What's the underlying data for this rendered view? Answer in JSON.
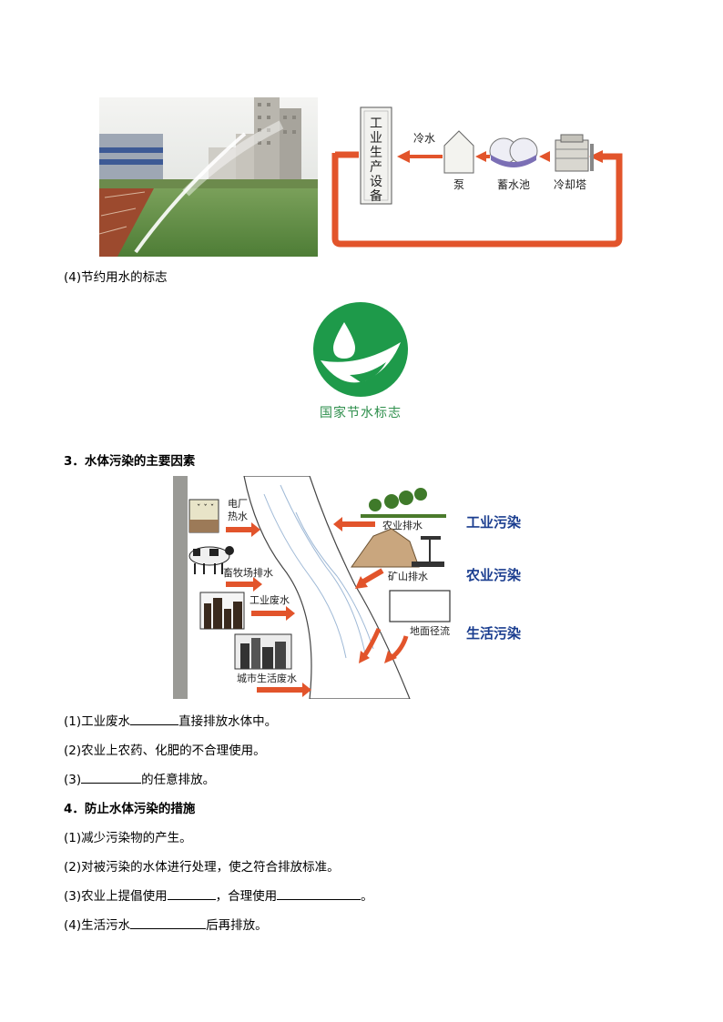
{
  "cooling_diagram": {
    "equipment": "工业生产设备",
    "cold_water": "冷水",
    "pump": "泵",
    "reservoir": "蓄水池",
    "cooling_tower": "冷却塔"
  },
  "item4_label": "(4)节约用水的标志",
  "logo_caption": "国家节水标志",
  "section3": {
    "title": "3．水体污染的主要因素",
    "figure": {
      "power_plant": [
        "电厂",
        "热水"
      ],
      "farm_drain": "农业排水",
      "livestock": "畜牧场排水",
      "mine": "矿山排水",
      "industrial": "工业废水",
      "runoff": "地面径流",
      "city": "城市生活废水",
      "legend": [
        "工业污染",
        "农业污染",
        "生活污染"
      ]
    },
    "items": [
      {
        "pre": "(1)工业废水",
        "post": "直接排放水体中。"
      },
      {
        "pre": "(2)农业上农药、化肥的不合理使用。"
      },
      {
        "pre": "(3)",
        "post": "的任意排放。"
      }
    ]
  },
  "section4": {
    "title": "4．防止水体污染的措施",
    "items": [
      {
        "pre": "(1)减少污染物的产生。"
      },
      {
        "pre": "(2)对被污染的水体进行处理，使之符合排放标准。"
      },
      {
        "pre": "(3)农业上提倡使用",
        "mid": "，合理使用",
        "post": "。"
      },
      {
        "pre": "(4)生活污水",
        "post": "后再排放。"
      }
    ]
  },
  "colors": {
    "arrow_red": "#e2542b",
    "logo_green": "#1e9a4a",
    "legend_blue": "#1a3d8f"
  }
}
